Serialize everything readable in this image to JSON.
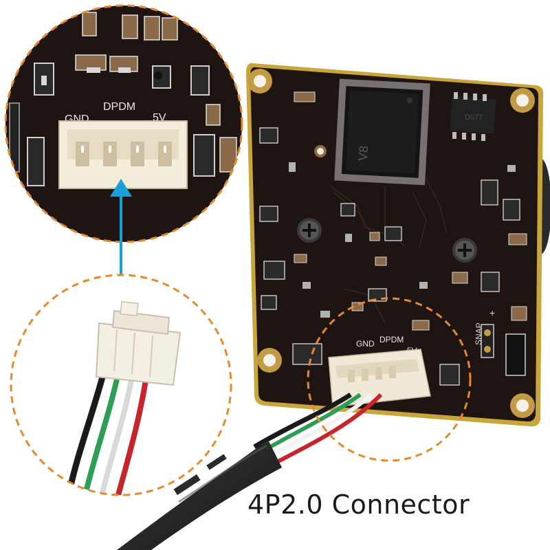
{
  "caption": "4P2.0 Connector",
  "chip_marking": "V8",
  "ic_marking": "D577",
  "pin_labels": {
    "gnd": "GND",
    "dpdm": "DPDM",
    "v5": "5V"
  },
  "board_mark": "SNAP",
  "polarity": "+",
  "colors": {
    "pcb": "#1e1512",
    "pcb_edge": "#c9a63c",
    "accent_orange": "#e8892a",
    "arrow_blue": "#1aa0d8",
    "connector": "#f1e9d8",
    "wire_black": "#1a1a1a",
    "wire_green": "#2f9e55",
    "wire_white": "#f2f2f2",
    "wire_red": "#c8242c"
  }
}
